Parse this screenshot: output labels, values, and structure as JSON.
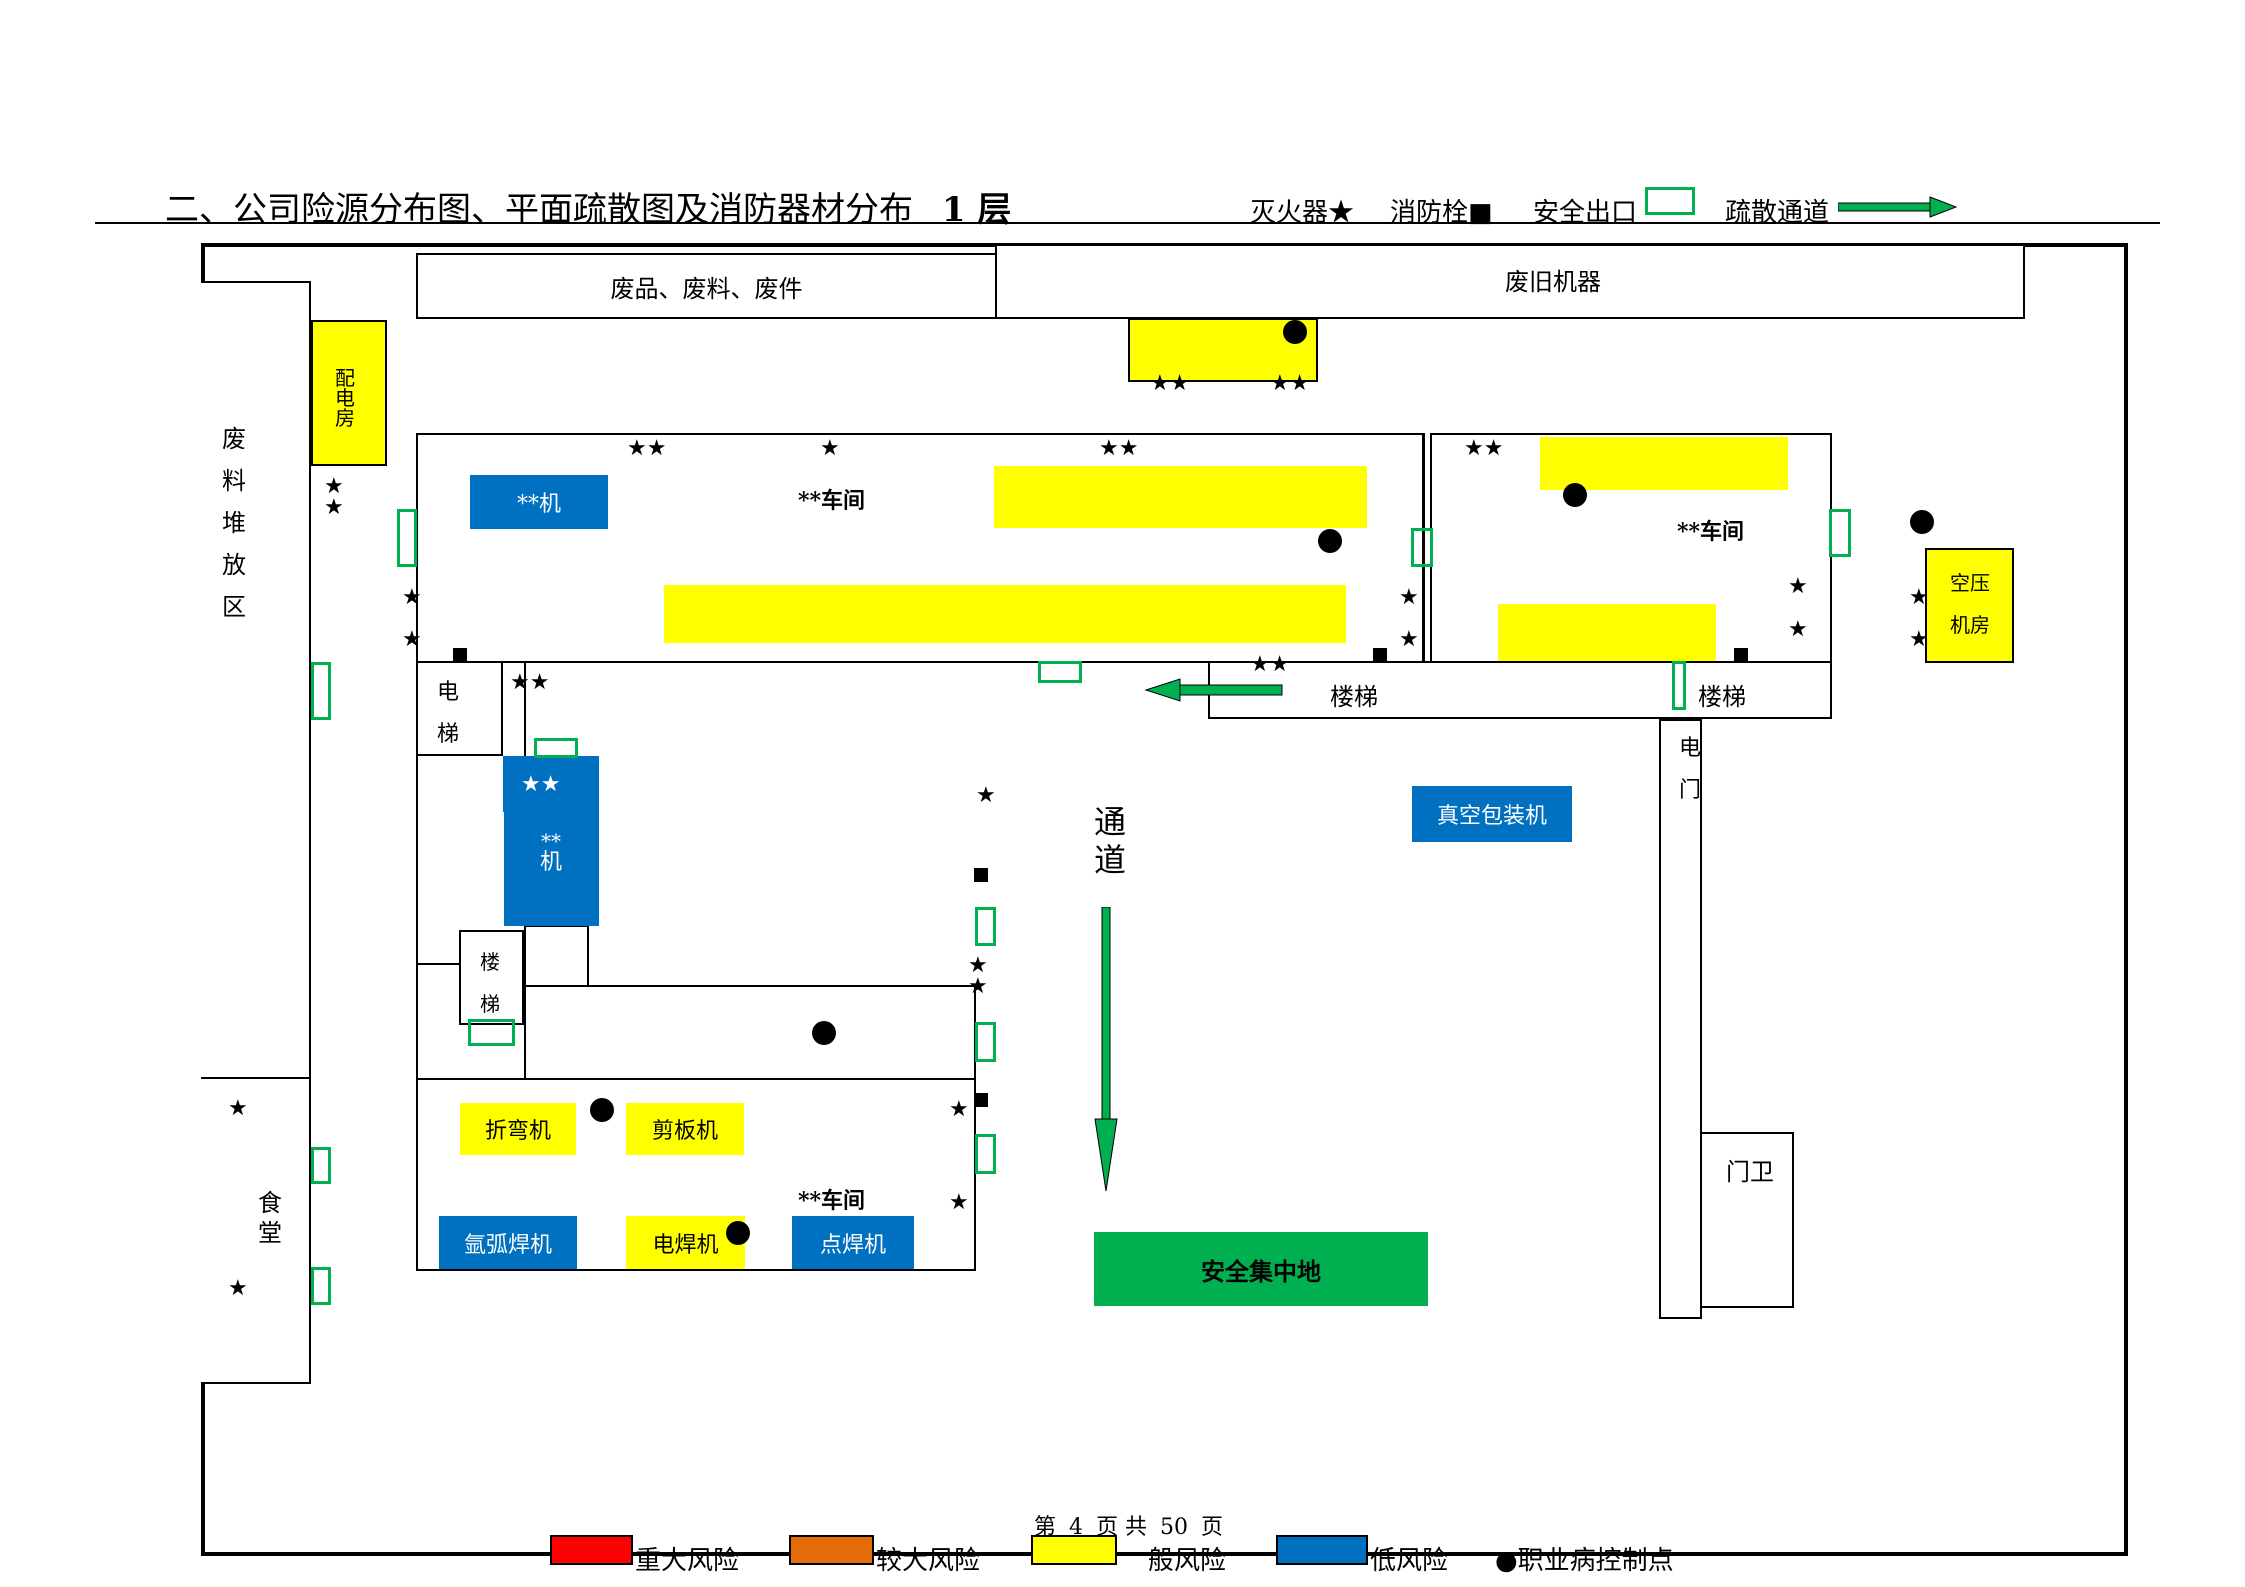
{
  "header": {
    "title": "二、公司险源分布图、平面疏散图及消防器材分布",
    "floor": "1 层",
    "legend_extinguisher": "灭火器★",
    "legend_hydrant": "消防栓■",
    "legend_exit": "安全出口",
    "legend_route": "疏散通道"
  },
  "areas": {
    "waste_products": "废品、废料、废件",
    "old_machines": "废旧机器",
    "waste_yard": [
      "废",
      "料",
      "堆",
      "放",
      "区"
    ],
    "power_room": [
      "配",
      "电",
      "房"
    ],
    "machine_a": "**机",
    "workshop_1": "**车间",
    "workshop_2": "**车间",
    "workshop_3": "**车间",
    "elevator_1": [
      "电",
      "梯"
    ],
    "stairs_1": "楼梯",
    "stairs_2": "楼梯",
    "machine_b_stars": "★★",
    "machine_b_mark": "**",
    "machine_b_label": "机",
    "passage": [
      "通",
      "道"
    ],
    "vacuum_packer": "真空包装机",
    "air_compressor": [
      "空压",
      "机房"
    ],
    "electric_door": [
      "电",
      "门"
    ],
    "stairs_3": [
      "楼",
      "梯"
    ],
    "canteen": [
      "食",
      "堂"
    ],
    "bending_machine": "折弯机",
    "shearing_machine": "剪板机",
    "argon_welder": "氩弧焊机",
    "electric_welder": "电焊机",
    "spot_welder": "点焊机",
    "assembly_point": "安全集中地",
    "guard_room": "门卫"
  },
  "footer": {
    "page_prefix": "第",
    "page_number": "4",
    "page_mid": "页  共",
    "page_total": "50",
    "page_suffix": "页",
    "risk_major": "重大风险",
    "risk_high": "较大风险",
    "risk_general": "般风险",
    "risk_low": "低风险",
    "occupational": "●职业病控制点"
  },
  "colors": {
    "major": "#ff0000",
    "high": "#e36c09",
    "general": "#ffff00",
    "low": "#0070c0",
    "exit": "#00b050",
    "assembly": "#00b050"
  }
}
